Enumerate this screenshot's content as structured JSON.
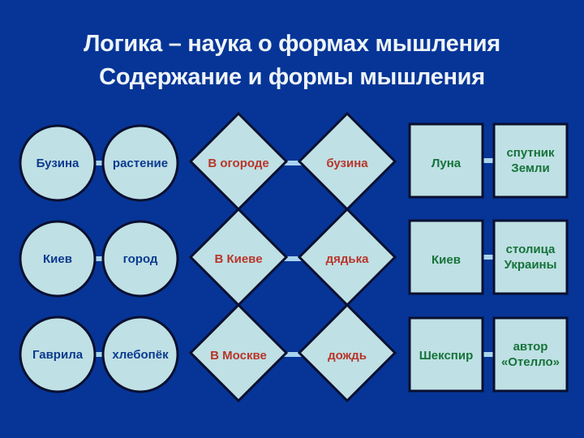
{
  "title": {
    "line1": "Логика – наука о формах мышления",
    "line2": "Содержание и формы мышления"
  },
  "colors": {
    "background": "#063597",
    "shape_fill": "#bfe0e4",
    "shape_stroke": "#0a1030",
    "connector": "#a9d4ef",
    "circle_text": "#0c3a8e",
    "diamond_text": "#b8352a",
    "square_text": "#16733a"
  },
  "circles": [
    {
      "left": "Бузина",
      "right": "растение"
    },
    {
      "left": "Киев",
      "right": "город"
    },
    {
      "left": "Гаврила",
      "right": "хлебопёк"
    }
  ],
  "diamonds": [
    {
      "left": "В огороде",
      "right": "бузина"
    },
    {
      "left": "В Киеве",
      "right": "дядька"
    },
    {
      "left": "В Москве",
      "right": "дождь"
    }
  ],
  "squares": [
    {
      "left": "Луна",
      "right": "спутник Земли"
    },
    {
      "left": "Киев",
      "right": "столица Украины"
    },
    {
      "left": "Шекспир",
      "right": "автор «Отелло»"
    }
  ]
}
